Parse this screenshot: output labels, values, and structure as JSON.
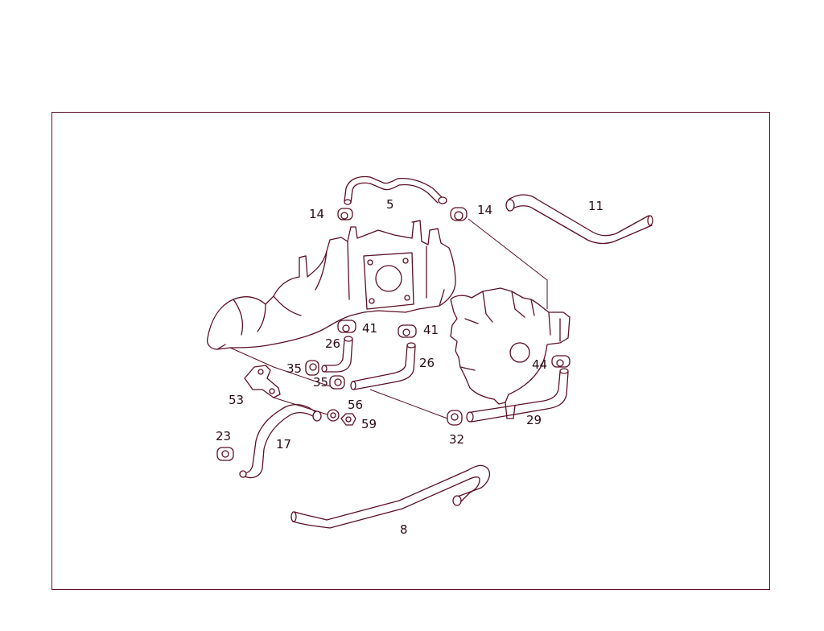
{
  "diagram": {
    "line_color": "#5a0f24",
    "callouts": [
      {
        "id": "5",
        "part": "hose"
      },
      {
        "id": "11",
        "part": "hose"
      },
      {
        "id": "14a",
        "label": "14",
        "part": "hose-clamp"
      },
      {
        "id": "14b",
        "label": "14",
        "part": "hose-clamp"
      },
      {
        "id": "41a",
        "label": "41",
        "part": "hose-clamp"
      },
      {
        "id": "41b",
        "label": "41",
        "part": "hose-clamp"
      },
      {
        "id": "26a",
        "label": "26",
        "part": "hose"
      },
      {
        "id": "26b",
        "label": "26",
        "part": "hose"
      },
      {
        "id": "35a",
        "label": "35",
        "part": "hose-clamp"
      },
      {
        "id": "35b",
        "label": "35",
        "part": "hose-clamp"
      },
      {
        "id": "44",
        "part": "hose-clamp"
      },
      {
        "id": "53",
        "part": "bracket"
      },
      {
        "id": "56",
        "part": "washer"
      },
      {
        "id": "59",
        "part": "nut"
      },
      {
        "id": "29",
        "part": "hose"
      },
      {
        "id": "32",
        "part": "hose-clamp"
      },
      {
        "id": "23",
        "part": "hose-clamp"
      },
      {
        "id": "17",
        "part": "hose"
      },
      {
        "id": "8",
        "part": "hose"
      }
    ],
    "labels": {
      "c5": "5",
      "c11": "11",
      "c14a": "14",
      "c14b": "14",
      "c41a": "41",
      "c41b": "41",
      "c26a": "26",
      "c26b": "26",
      "c35a": "35",
      "c35b": "35",
      "c44": "44",
      "c53": "53",
      "c56": "56",
      "c59": "59",
      "c29": "29",
      "c32": "32",
      "c23": "23",
      "c17": "17",
      "c8": "8"
    }
  }
}
